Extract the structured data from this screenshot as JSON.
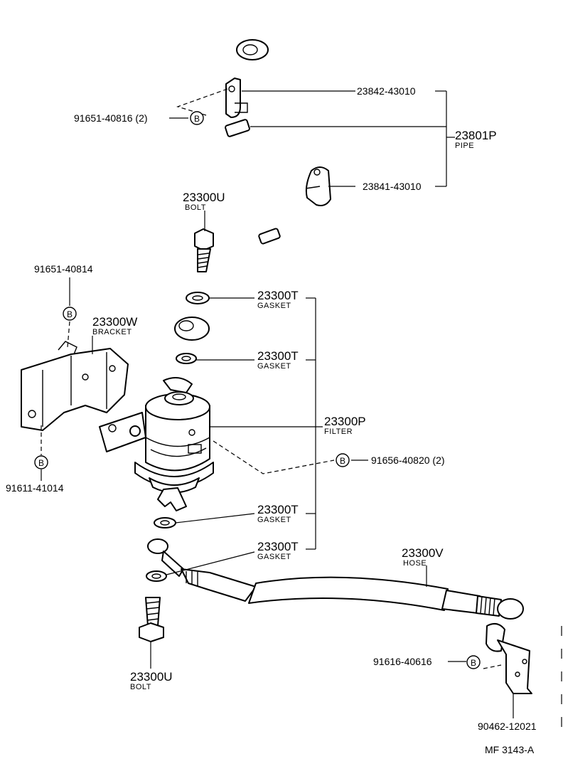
{
  "labels": {
    "p23842": "23842-43010",
    "p23801p": "23801P",
    "p23801p_sub": "PIPE",
    "p91651_40816": "91651-40816 (2)",
    "p23841": "23841-43010",
    "p23300u_top": "23300U",
    "p23300u_top_sub": "BOLT",
    "p91651_40814": "91651-40814",
    "p23300t_1": "23300T",
    "p23300t_1_sub": "GASKET",
    "p23300w": "23300W",
    "p23300w_sub": "BRACKET",
    "p23300t_2": "23300T",
    "p23300t_2_sub": "GASKET",
    "p23300p": "23300P",
    "p23300p_sub": "FILTER",
    "p91656": "91656-40820 (2)",
    "p91611": "91611-41014",
    "p23300t_3": "23300T",
    "p23300t_3_sub": "GASKET",
    "p23300t_4": "23300T",
    "p23300t_4_sub": "GASKET",
    "p23300v": "23300V",
    "p23300v_sub": "HOSE",
    "p91616": "91616-40616",
    "p23300u_bot": "23300U",
    "p23300u_bot_sub": "BOLT",
    "p90462": "90462-12021",
    "ref_code": "MF  3143-A",
    "b_marker": "B"
  },
  "icons": {
    "b_marker": "circled-b-icon"
  }
}
